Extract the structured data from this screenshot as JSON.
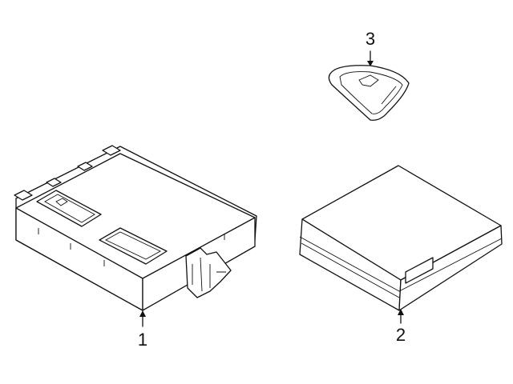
{
  "diagram": {
    "type": "exploded-parts-diagram",
    "background": "#ffffff",
    "line_color": "#111111",
    "parts": [
      {
        "callout": "1",
        "name": "control-module-with-connectors"
      },
      {
        "callout": "2",
        "name": "module-box-with-label"
      },
      {
        "callout": "3",
        "name": "key-fob-remote"
      }
    ]
  }
}
